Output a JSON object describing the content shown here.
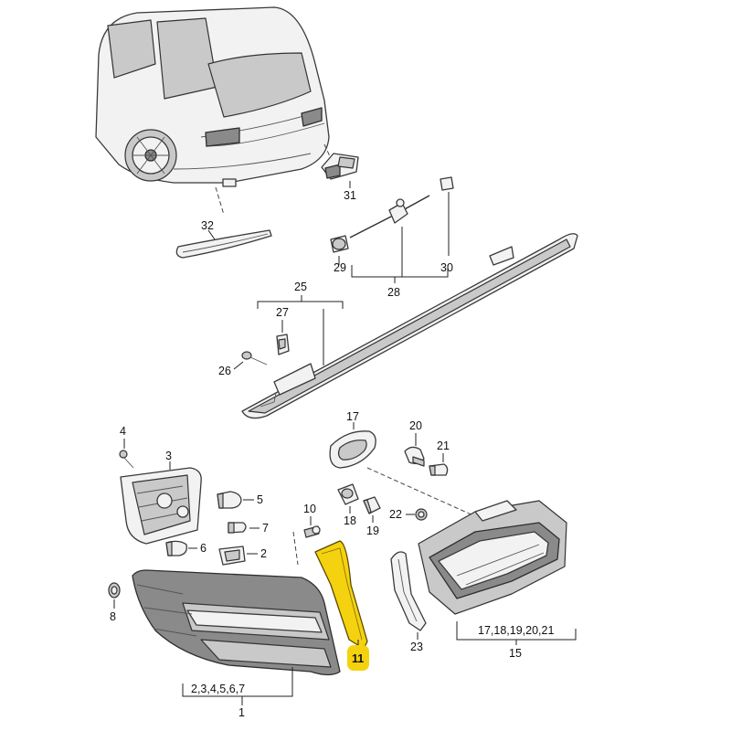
{
  "callouts": {
    "c31": "31",
    "c32": "32",
    "c29": "29",
    "c28": "28",
    "c30": "30",
    "c25": "25",
    "c27": "27",
    "c26": "26",
    "c4": "4",
    "c3": "3",
    "c5": "5",
    "c7": "7",
    "c6": "6",
    "c2": "2",
    "c8": "8",
    "c10": "10",
    "c17": "17",
    "c20": "20",
    "c21": "21",
    "c18": "18",
    "c19": "19",
    "c22": "22",
    "c11": "11",
    "c23": "23",
    "c1_group": "2,3,4,5,6,7",
    "c1": "1",
    "c15_group": "17,18,19,20,21",
    "c15": "15"
  },
  "highlight": {
    "part": "11",
    "fill_color": "#f5d20f",
    "badge_color": "#f5d20f"
  }
}
